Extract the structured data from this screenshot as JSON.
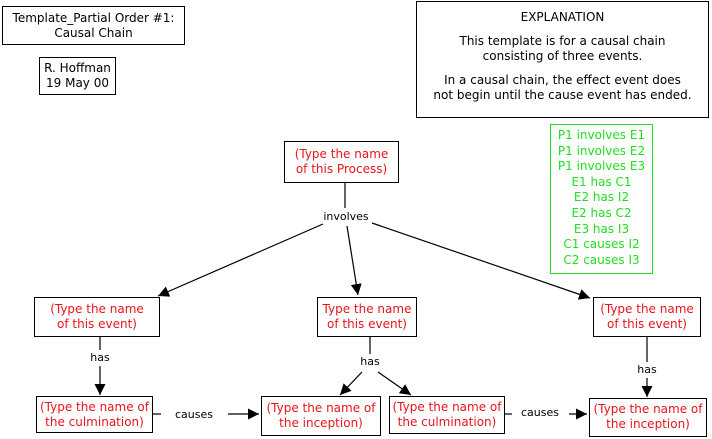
{
  "title": {
    "line1": "Template_Partial Order #1:",
    "line2": "Causal Chain"
  },
  "author": {
    "name": "R. Hoffman",
    "date": "19 May 00"
  },
  "explanation": {
    "heading": "EXPLANATION",
    "line1": "This template is for a causal chain",
    "line2": "consisting of three events.",
    "line3": "In a causal chain, the effect event does",
    "line4": "not begin until the cause event has ended."
  },
  "relations": [
    "P1 involves E1",
    "P1 involves E2",
    "P1 involves E3",
    "E1 has C1",
    "E2 has I2",
    "E2 has C2",
    "E3 has I3",
    "C1 causes I2",
    "C2 causes I3"
  ],
  "process": {
    "line1": "(Type the name",
    "line2": "of this Process)"
  },
  "event1": {
    "line1": "(Type the name",
    "line2": "of this event)"
  },
  "event2": {
    "line1": "Type the name",
    "line2": "of this event)"
  },
  "event3": {
    "line1": "(Type the name",
    "line2": "of this event)"
  },
  "culmination1": {
    "line1": "(Type the name of",
    "line2": "the culmination)"
  },
  "inception2": {
    "line1": "(Type the name of",
    "line2": "the inception)"
  },
  "culmination2": {
    "line1": "(Type the name of",
    "line2": "the culmination)"
  },
  "inception3": {
    "line1": "(Type the name of",
    "line2": "the inception)"
  },
  "link_labels": {
    "involves": "involves",
    "has1": "has",
    "has2": "has",
    "has3": "has",
    "causes1": "causes",
    "causes2": "causes"
  },
  "colors": {
    "node_text": "#e8141b",
    "relations": "#22dd22",
    "lines": "#000000"
  }
}
